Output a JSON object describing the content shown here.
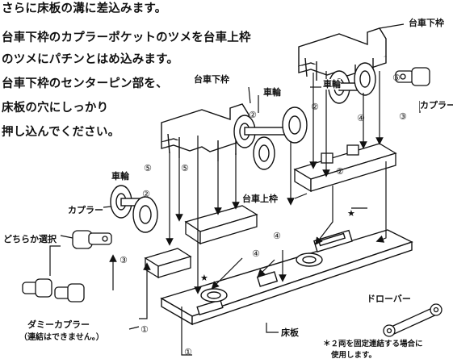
{
  "instructions": [
    "さらに床板の溝に差込みます。",
    "台車下枠のカプラーポケットのツメを台車上枠",
    "のツメにパチンとはめ込みます。",
    "台車下枠のセンターピン部を、",
    "床板の穴にしっかり",
    "押し込んでください。"
  ],
  "labels": {
    "bogie_lower_frame_top": "台車下枠",
    "bogie_lower_frame_mid": "台車下枠",
    "wheel_right": "車輪",
    "wheel_mid": "車輪",
    "wheel_left": "車輪",
    "coupler_right": "カプラー",
    "coupler_left": "カプラー",
    "choose_either": "どちらか選択",
    "bogie_upper_frame": "台車上枠",
    "floor_plate": "床板",
    "drawbar": "ドローバー",
    "dummy_coupler": "ダミーカプラー",
    "dummy_coupler_note": "（連結はできません。）"
  },
  "footnote": [
    "＊２両を固定連結する場合に",
    "使用します。"
  ],
  "step_numbers": [
    "①",
    "②",
    "③",
    "④",
    "⑤"
  ],
  "marker": "★"
}
